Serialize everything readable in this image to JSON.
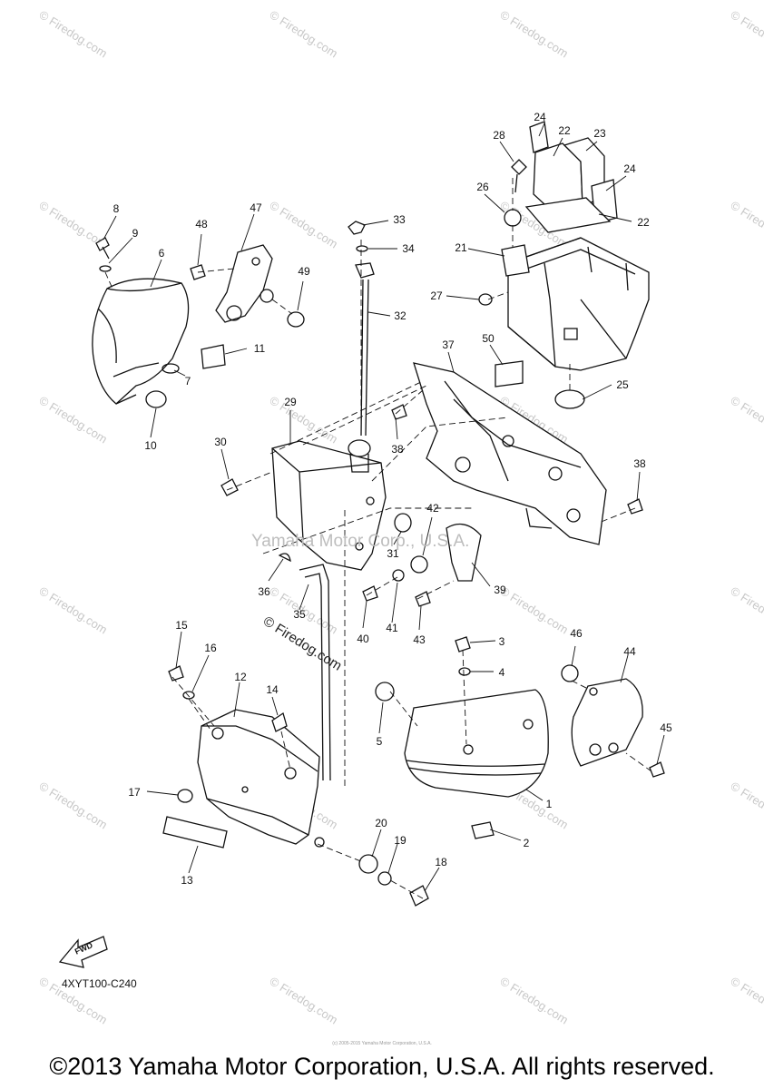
{
  "watermark": {
    "text": "© Firedog.com"
  },
  "center_watermark": "Yamaha Motor Corp., U.S.A.",
  "diagonal_watermark": "© Firedog.com",
  "diagram_code": "4XYT100-C240",
  "fwd_label": "FWD",
  "copyright": "©2013 Yamaha Motor Corporation, U.S.A. All rights reserved.",
  "tiny_credit": "(c) 2005-2015 Yamaha Motor Corporation, U.S.A.",
  "callouts": [
    "1",
    "2",
    "3",
    "4",
    "5",
    "6",
    "7",
    "8",
    "9",
    "10",
    "11",
    "12",
    "13",
    "14",
    "15",
    "16",
    "17",
    "18",
    "19",
    "20",
    "21",
    "22",
    "22",
    "23",
    "24",
    "24",
    "25",
    "26",
    "27",
    "28",
    "29",
    "30",
    "31",
    "32",
    "33",
    "34",
    "35",
    "36",
    "37",
    "38",
    "38",
    "39",
    "40",
    "41",
    "42",
    "43",
    "44",
    "45",
    "46",
    "47",
    "48",
    "49",
    "50"
  ]
}
